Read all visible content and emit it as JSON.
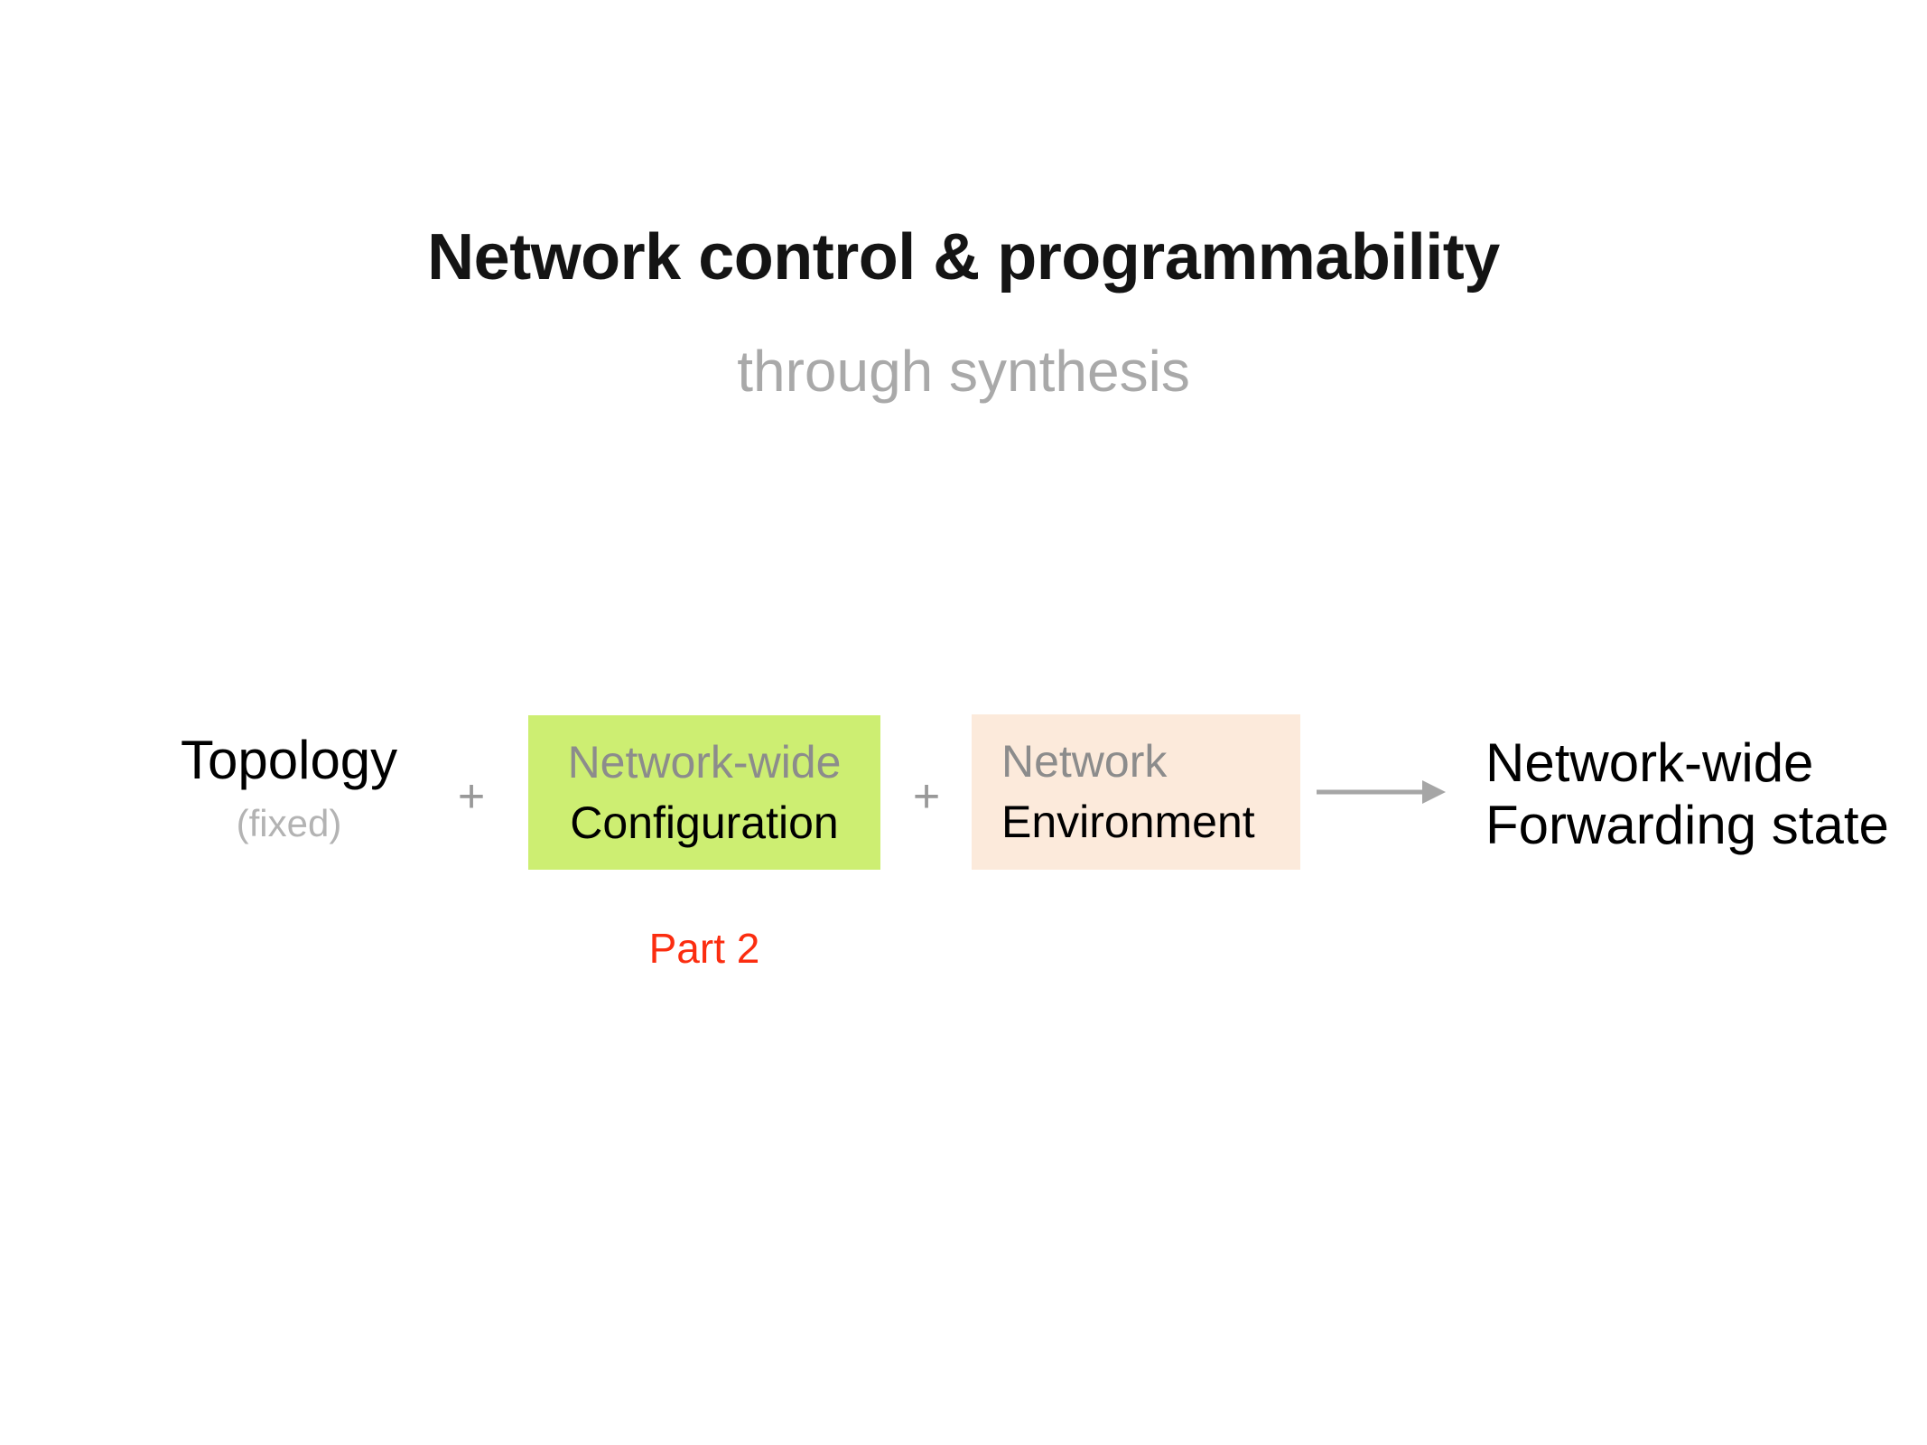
{
  "slide": {
    "title": "Network control & programmability",
    "subtitle": "through synthesis",
    "part_label": "Part 2",
    "diagram": {
      "topology": {
        "label": "Topology",
        "sublabel": "(fixed)"
      },
      "plus1": "+",
      "config_box": {
        "line1": "Network-wide",
        "line2": "Configuration"
      },
      "plus2": "+",
      "env_box": {
        "line1": "Network",
        "line2": "Environment"
      },
      "arrow_icon": "right-arrow",
      "result": {
        "line1": "Network-wide",
        "line2": "Forwarding state"
      }
    },
    "colors": {
      "title": "#141414",
      "subtitle": "#a9a9a9",
      "muted": "#b3b3b3",
      "gray_text": "#8c8c8c",
      "plus": "#999999",
      "green_box_bg": "#cdee72",
      "peach_box_bg": "#fceadb",
      "arrow": "#a6a6a6",
      "part_label": "#fb2d10",
      "black_text": "#000000"
    }
  }
}
